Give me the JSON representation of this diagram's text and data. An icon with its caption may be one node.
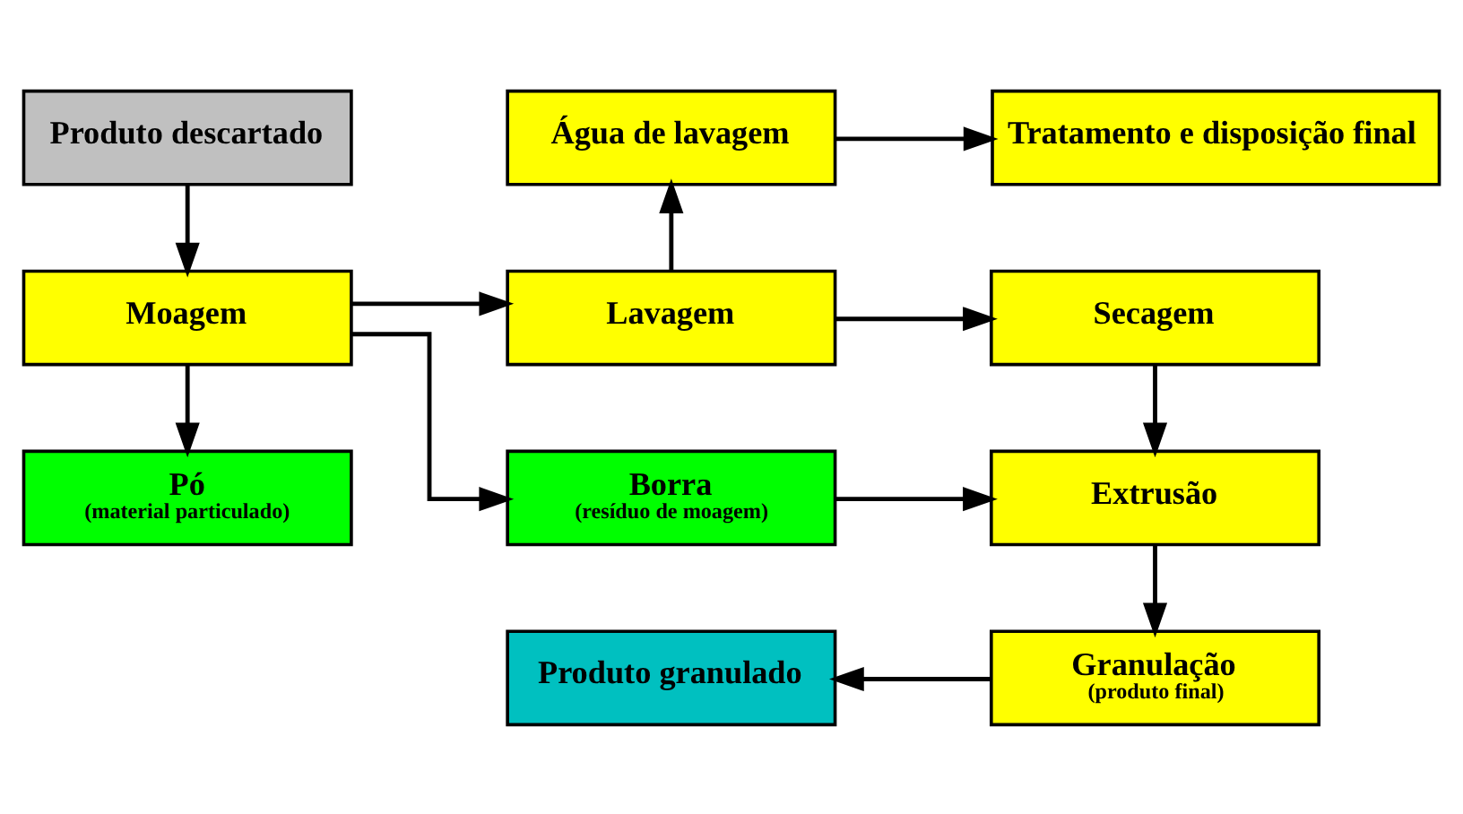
{
  "diagram": {
    "nodes": [
      {
        "text": [
          "Produto descartado"
        ]
      },
      {
        "text": [
          "Água de lavagem"
        ]
      },
      {
        "text": [
          "Tratamento e disposição final"
        ]
      },
      {
        "text": [
          "Moagem"
        ]
      },
      {
        "text": [
          "Lavagem"
        ]
      },
      {
        "text": [
          "Secagem"
        ]
      },
      {
        "text": [
          "Pó",
          "(material particulado)"
        ]
      },
      {
        "text": [
          "Borra",
          "(resíduo de moagem)"
        ]
      },
      {
        "text": [
          "Extrusão"
        ]
      },
      {
        "text": [
          "Produto granulado"
        ]
      },
      {
        "text": [
          "Granulação",
          "(produto final)"
        ]
      }
    ],
    "edges": [
      {
        "from": 0,
        "to": 3,
        "arrow": "to"
      },
      {
        "from": 3,
        "to": 4,
        "arrow": "to"
      },
      {
        "from": 4,
        "to": 1,
        "arrow": "to"
      },
      {
        "from": 1,
        "to": 2,
        "arrow": "to"
      },
      {
        "from": 4,
        "to": 5,
        "arrow": "to"
      },
      {
        "from": 3,
        "to": 6,
        "arrow": "to"
      },
      {
        "from": 3,
        "to": 7,
        "arrow": "to"
      },
      {
        "from": 7,
        "to": 8,
        "arrow": "to"
      },
      {
        "from": 5,
        "to": 8,
        "arrow": "to"
      },
      {
        "from": 8,
        "to": 10,
        "arrow": "to"
      },
      {
        "from": 10,
        "to": 9,
        "arrow": "to"
      }
    ]
  }
}
